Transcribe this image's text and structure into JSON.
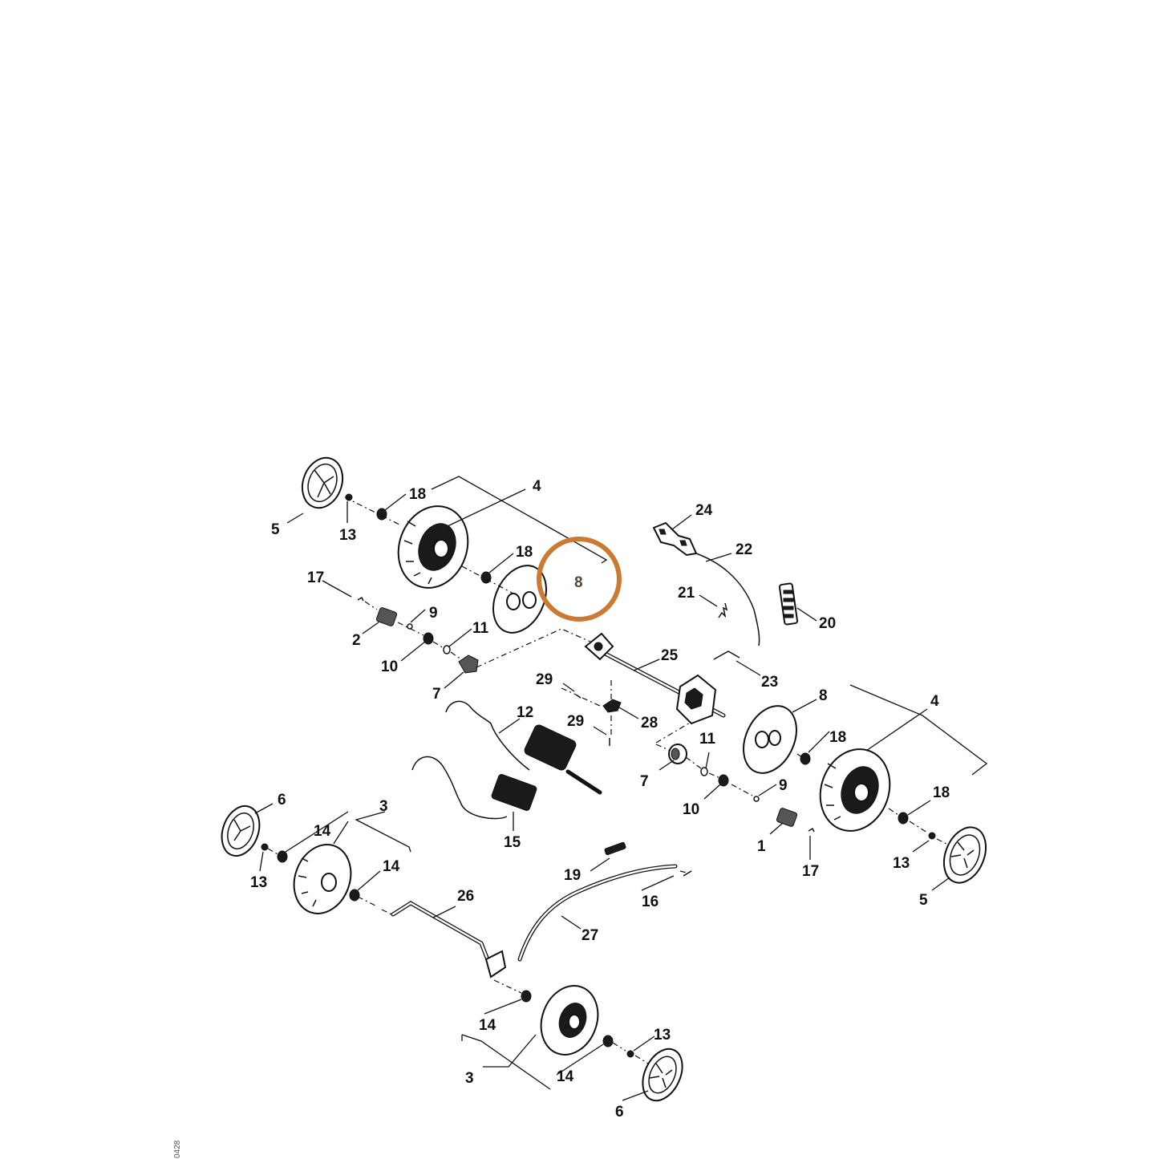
{
  "highlight": {
    "label": "8",
    "color": "#cc7a33"
  },
  "labels": {
    "l5a": "5",
    "l13a": "13",
    "l18a": "18",
    "l4a": "4",
    "l18b": "18",
    "l8a": "8",
    "l17a": "17",
    "l9a": "9",
    "l2": "2",
    "l11a": "11",
    "l10a": "10",
    "l7a": "7",
    "l24": "24",
    "l22": "22",
    "l21": "21",
    "l20": "20",
    "l25": "25",
    "l23": "23",
    "l29a": "29",
    "l28": "28",
    "l29b": "29",
    "l12": "12",
    "l8b": "8",
    "l4b": "4",
    "l18c": "18",
    "l11b": "11",
    "l7b": "7",
    "l9b": "9",
    "l10b": "10",
    "l18d": "18",
    "l1": "1",
    "l17b": "17",
    "l13b": "13",
    "l5b": "5",
    "l15": "15",
    "l6a": "6",
    "l3a": "3",
    "l14a": "14",
    "l14b": "14",
    "l13c": "13",
    "l19": "19",
    "l16": "16",
    "l26": "26",
    "l27": "27",
    "l14c": "14",
    "l13d": "13",
    "l3b": "3",
    "l14d": "14",
    "l6b": "6"
  },
  "drawing_code": "0428"
}
